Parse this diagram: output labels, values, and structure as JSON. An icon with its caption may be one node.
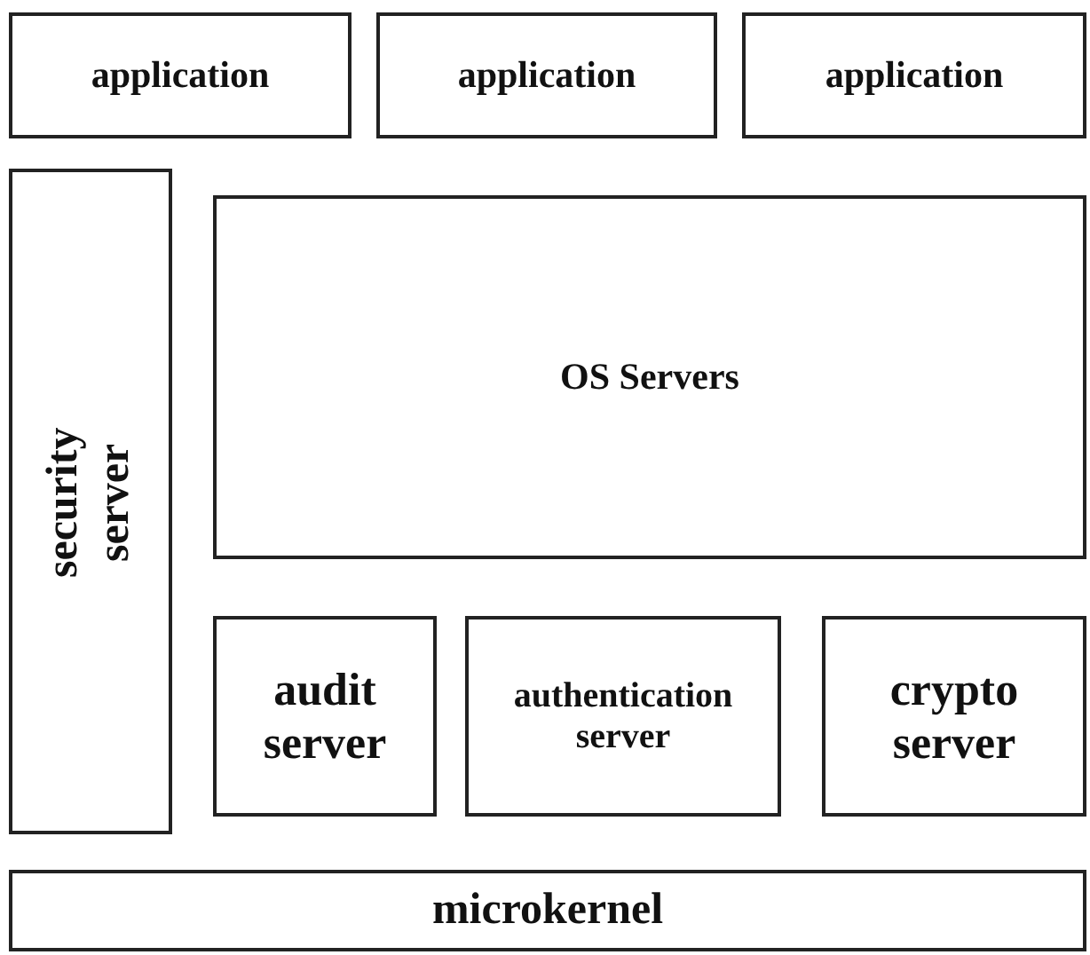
{
  "diagram": {
    "nodes": [
      {
        "text": [
          "application"
        ]
      },
      {
        "text": [
          "application"
        ]
      },
      {
        "text": [
          "application"
        ]
      },
      {
        "text": [
          "security server"
        ]
      },
      {
        "text": [
          "OS Servers"
        ]
      },
      {
        "text": [
          "audit server"
        ]
      },
      {
        "text": [
          "authentication server"
        ]
      },
      {
        "text": [
          "crypto server"
        ]
      },
      {
        "text": [
          "microkernel"
        ]
      }
    ]
  }
}
